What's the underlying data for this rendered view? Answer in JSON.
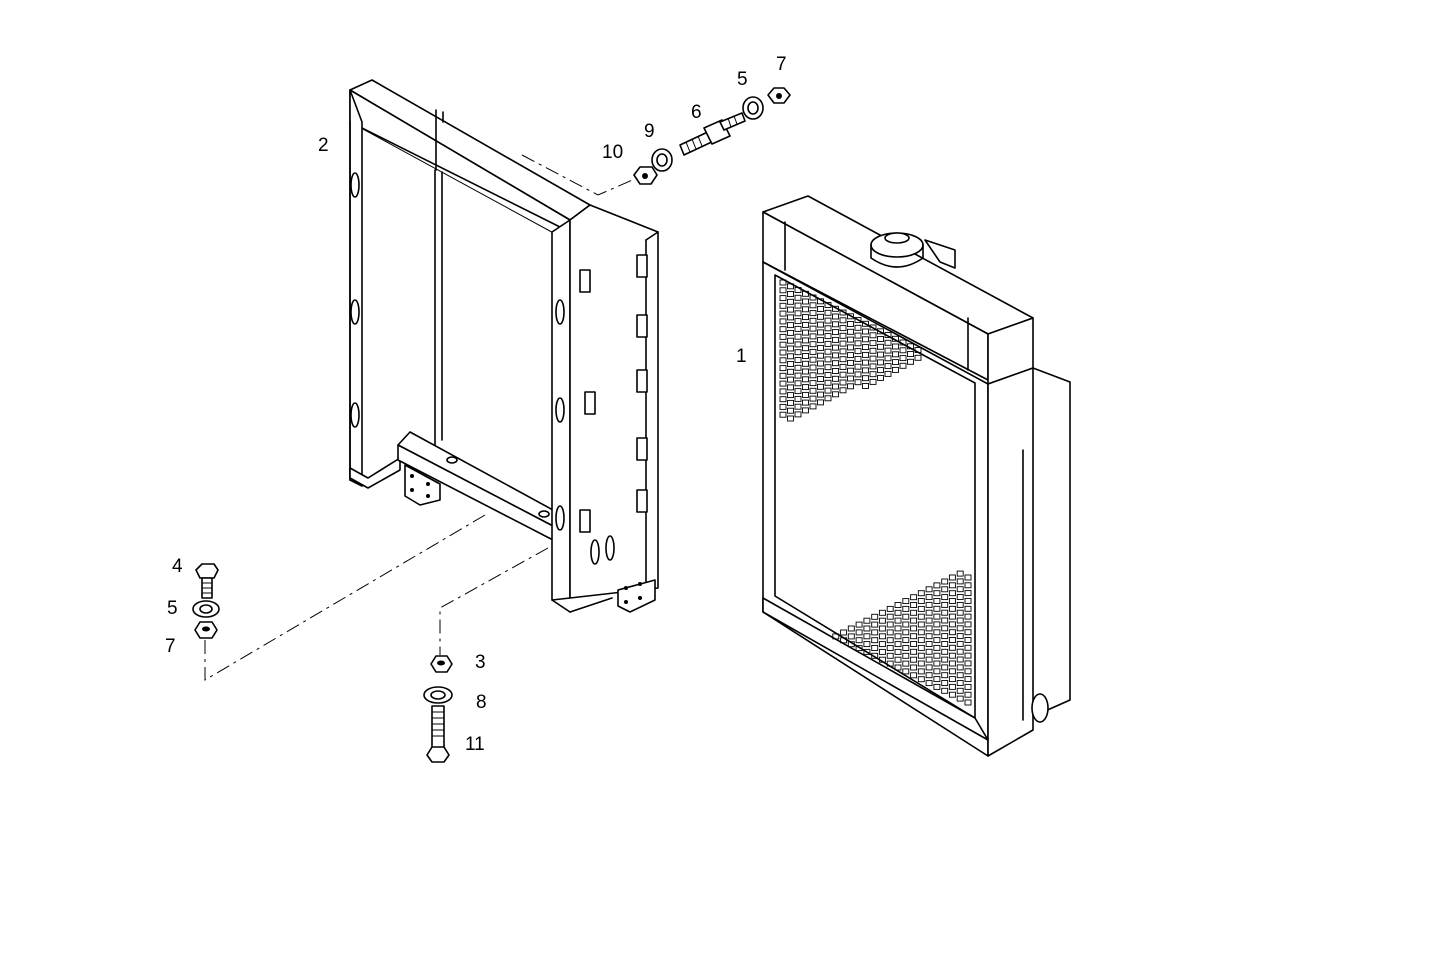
{
  "callouts": [
    {
      "id": "1",
      "text": "1"
    },
    {
      "id": "2",
      "text": "2"
    },
    {
      "id": "3",
      "text": "3"
    },
    {
      "id": "4",
      "text": "4"
    },
    {
      "id": "5a",
      "text": "5"
    },
    {
      "id": "5b",
      "text": "5"
    },
    {
      "id": "6",
      "text": "6"
    },
    {
      "id": "7a",
      "text": "7"
    },
    {
      "id": "7b",
      "text": "7"
    },
    {
      "id": "8",
      "text": "8"
    },
    {
      "id": "9",
      "text": "9"
    },
    {
      "id": "10",
      "text": "10"
    },
    {
      "id": "11",
      "text": "11"
    }
  ],
  "parts": [
    {
      "callout": "1",
      "icon": "radiator-core-icon"
    },
    {
      "callout": "2",
      "icon": "radiator-shroud-frame-icon"
    },
    {
      "callout": "3",
      "icon": "hex-nut-icon"
    },
    {
      "callout": "4",
      "icon": "hex-bolt-icon"
    },
    {
      "callout": "5",
      "icon": "washer-icon"
    },
    {
      "callout": "6",
      "icon": "drain-cock-fitting-icon"
    },
    {
      "callout": "7",
      "icon": "hex-nut-icon"
    },
    {
      "callout": "8",
      "icon": "washer-icon"
    },
    {
      "callout": "9",
      "icon": "washer-icon"
    },
    {
      "callout": "10",
      "icon": "hex-nut-icon"
    },
    {
      "callout": "11",
      "icon": "hex-bolt-icon"
    }
  ],
  "colors": {
    "line": "#000000",
    "background": "#ffffff"
  }
}
